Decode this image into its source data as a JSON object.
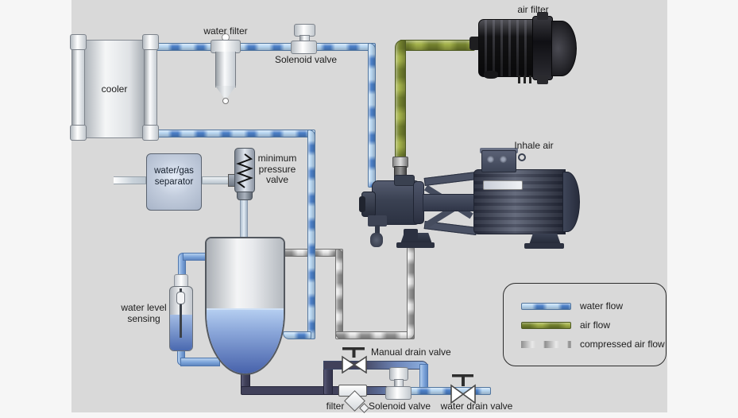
{
  "components": {
    "cooler": {
      "label": "cooler"
    },
    "water_filter": {
      "label": "water filter"
    },
    "solenoid_valve_top": {
      "label": "Solenoid valve"
    },
    "air_filter": {
      "label": "air filter"
    },
    "compressor": {
      "label": "Inhale air"
    },
    "separator": {
      "line1": "water/gas",
      "line2": "separator"
    },
    "min_pressure_valve": {
      "line1": "minimum",
      "line2": "pressure",
      "line3": "valve"
    },
    "water_level_sensing": {
      "line1": "water level",
      "line2": "sensing"
    },
    "manual_drain_valve": {
      "label": "Manual drain valve"
    },
    "drain_filter": {
      "label": "filter"
    },
    "solenoid_valve_bottom": {
      "label": "Solenoid valve"
    },
    "water_drain_valve": {
      "label": "water drain valve"
    }
  },
  "legend": {
    "items": [
      {
        "id": "water-flow",
        "label": "water flow",
        "base_color": "#b9d7f2",
        "dash_color": "#4c80c8"
      },
      {
        "id": "air-flow",
        "label": "air flow",
        "base_color": "#75832f",
        "dash_color": "#a4b24a"
      },
      {
        "id": "compressed-air-flow",
        "label": "compressed air flow",
        "base_color": "#e9e9e9",
        "dash_color": "#929292"
      }
    ]
  },
  "colors": {
    "page_background": "#f6f6f6",
    "panel_background": "#d9d9d9",
    "drain_pipe": "#41415a",
    "tank_water": "#4762ab"
  }
}
